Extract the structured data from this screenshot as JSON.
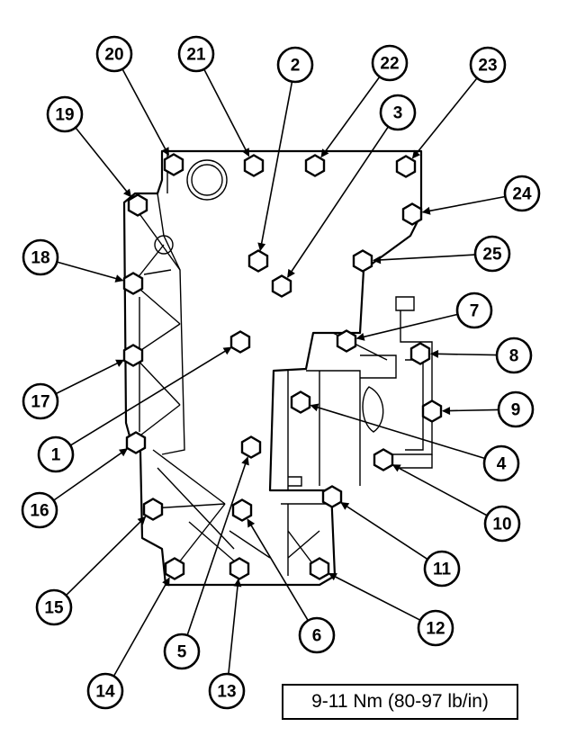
{
  "torque_spec": "9-11 Nm (80-97 lb/in)",
  "callouts": [
    "1",
    "2",
    "3",
    "4",
    "5",
    "6",
    "7",
    "8",
    "9",
    "10",
    "11",
    "12",
    "13",
    "14",
    "15",
    "16",
    "17",
    "18",
    "19",
    "20",
    "21",
    "22",
    "23",
    "24",
    "25"
  ]
}
